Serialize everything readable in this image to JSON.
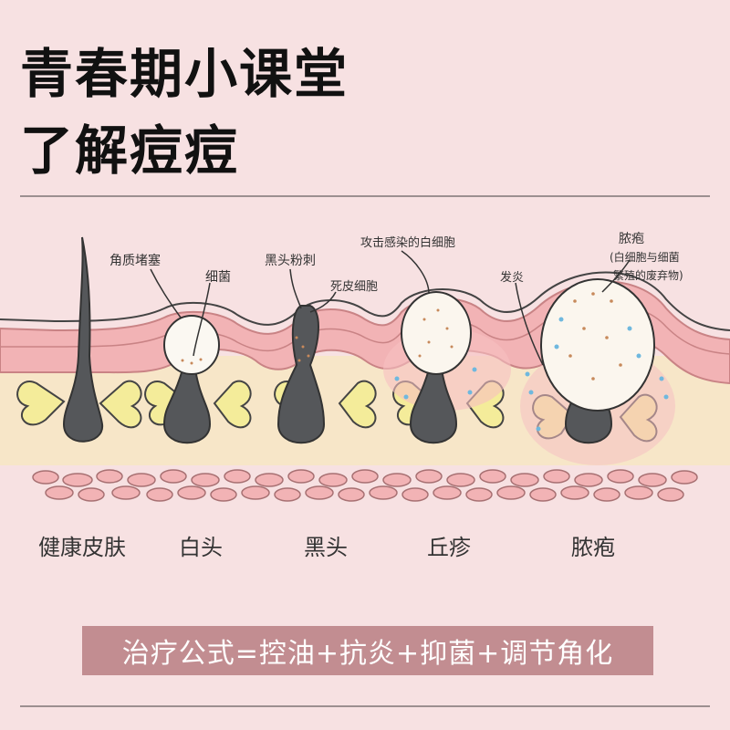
{
  "header": {
    "title_line1": "青春期小课堂",
    "title_line2": "了解痘痘"
  },
  "diagram": {
    "labels": {
      "keratin_plug": "角质堵塞",
      "bacteria": "细菌",
      "blackhead_acne": "黑头粉刺",
      "dead_skin": "死皮细胞",
      "white_cells": "攻击感染的白细胞",
      "inflammation": "发炎",
      "pustule_note_1": "脓疱",
      "pustule_note_2": "(白细胞与细菌",
      "pustule_note_3": "繁殖的废弃物)"
    },
    "stages": [
      "健康皮肤",
      "白头",
      "黑头",
      "丘疹",
      "脓疱"
    ]
  },
  "formula": "治疗公式=控油+抗炎+抑菌+调节角化",
  "colors": {
    "background": "#f7e1e2",
    "skin_pink": "#f2b3b5",
    "dermis": "#f7e6c8",
    "gland_yellow": "#f4ec9a",
    "follicle_dark": "#55575a",
    "formula_bar": "#c28d91"
  }
}
